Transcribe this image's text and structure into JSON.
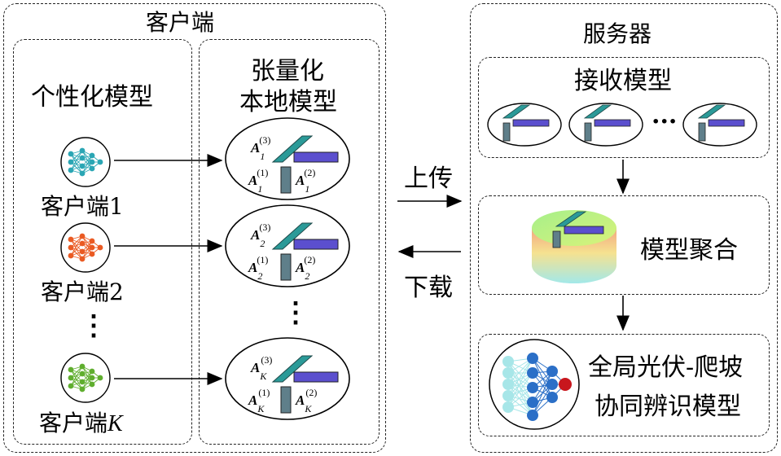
{
  "client": {
    "title": "客户端",
    "personal_title": "个性化模型",
    "tensor_title_line1": "张量化",
    "tensor_title_line2": "本地模型",
    "clients": [
      {
        "label": "客户端1",
        "color": "#2aa6b4",
        "sub": "1"
      },
      {
        "label": "客户端2",
        "color": "#ea5a22",
        "sub": "2"
      },
      {
        "label": "客户端",
        "label_italic": "K",
        "color": "#5fae2e",
        "sub": "K"
      }
    ],
    "ellipsis": "⋮",
    "factor_letter": "A",
    "factor_superscripts": [
      "(3)",
      "(1)",
      "(2)"
    ]
  },
  "transfer": {
    "upload": "上传",
    "download": "下载"
  },
  "server": {
    "title": "服务器",
    "receive_title": "接收模型",
    "receive_ellipsis": "···",
    "aggregate_label": "模型聚合",
    "global_line1": "全局光伏-爬坡",
    "global_line2": "协同辨识模型"
  },
  "colors": {
    "bar_blue": "#5b4fce",
    "bar_gray": "#5f7f8a",
    "bar_teal": "#2b9a98",
    "node_blue": "#2b6fc7",
    "node_red": "#c8161d",
    "node_cyan": "#a7e6e8"
  }
}
